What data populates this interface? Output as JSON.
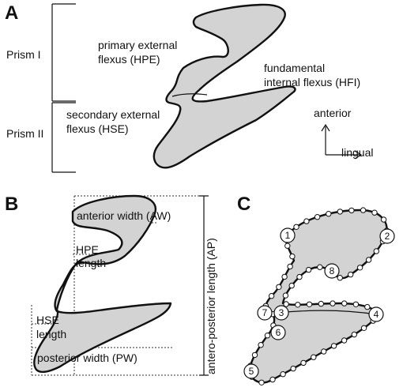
{
  "panels": {
    "a": "A",
    "b": "B",
    "c": "C"
  },
  "panel_a": {
    "prism_1": "Prism I",
    "prism_2": "Prism II",
    "hpe_line1": "primary external",
    "hpe_line2": "flexus (HPE)",
    "hse_line1": "secondary external",
    "hse_line2": "flexus (HSE)",
    "hfi_line1": "fundamental",
    "hfi_line2": "internal flexus (HFI)",
    "anterior": "anterior",
    "lingual": "lingual"
  },
  "panel_b": {
    "aw": "anterior width (AW)",
    "hpe_1": "HPE",
    "hpe_2": "length",
    "hse_1": "HSE",
    "hse_2": "length",
    "pw": "posterior width (PW)",
    "ap": "antero-posterior length (AP)"
  },
  "panel_c": {
    "landmarks": [
      "1",
      "2",
      "3",
      "4",
      "5",
      "6",
      "7",
      "8"
    ]
  },
  "colors": {
    "tooth_fill": "#d3d3d3",
    "outline": "#111111",
    "background": "#ffffff"
  }
}
